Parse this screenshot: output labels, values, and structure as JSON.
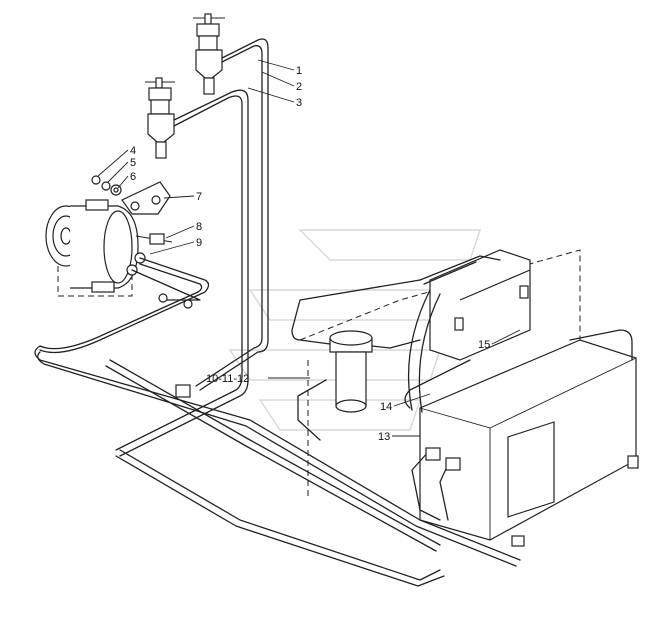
{
  "callouts": [
    {
      "id": "1",
      "text": "1"
    },
    {
      "id": "2",
      "text": "2"
    },
    {
      "id": "3",
      "text": "3"
    },
    {
      "id": "4",
      "text": "4"
    },
    {
      "id": "5",
      "text": "5"
    },
    {
      "id": "6",
      "text": "6"
    },
    {
      "id": "7",
      "text": "7"
    },
    {
      "id": "8",
      "text": "8"
    },
    {
      "id": "9",
      "text": "9"
    },
    {
      "id": "10-12",
      "text": "10-11-12"
    },
    {
      "id": "13",
      "text": "13"
    },
    {
      "id": "14",
      "text": "14"
    },
    {
      "id": "15",
      "text": "15"
    }
  ],
  "colors": {
    "ink": "#222222",
    "watermark": "#d8d8d8",
    "background": "#ffffff"
  }
}
